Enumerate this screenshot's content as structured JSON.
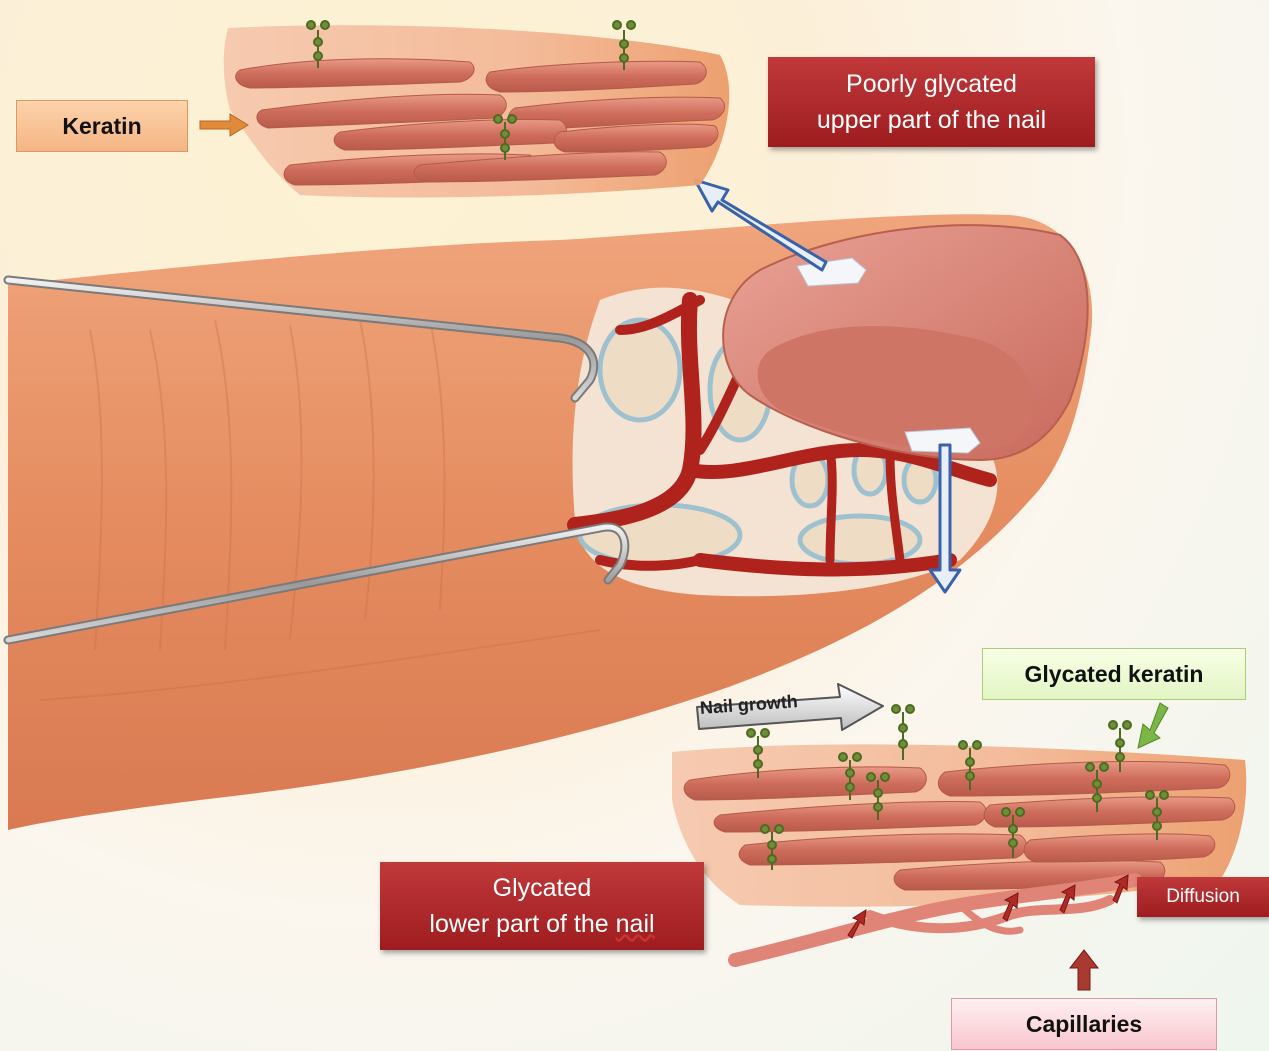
{
  "labels": {
    "keratin": "Keratin",
    "poorly_glycated_line1": "Poorly glycated",
    "poorly_glycated_line2": "upper part of the nail",
    "nail_growth": "Nail growth",
    "glycated_keratin": "Glycated keratin",
    "glycated_lower_line1": "Glycated",
    "glycated_lower_line2_prefix": "lower part of the ",
    "glycated_lower_line2_word": "nail",
    "diffusion": "Diffusion",
    "capillaries": "Capillaries"
  },
  "colors": {
    "skin": "#e8936a",
    "nail": "#d98070",
    "vessel": "#b0231d",
    "label_dark_red": "#a8262a",
    "arrow_blue": "#3a62a8",
    "keratin_fiber": "#d67a68",
    "glycation_marker": "#5c7a2a"
  }
}
